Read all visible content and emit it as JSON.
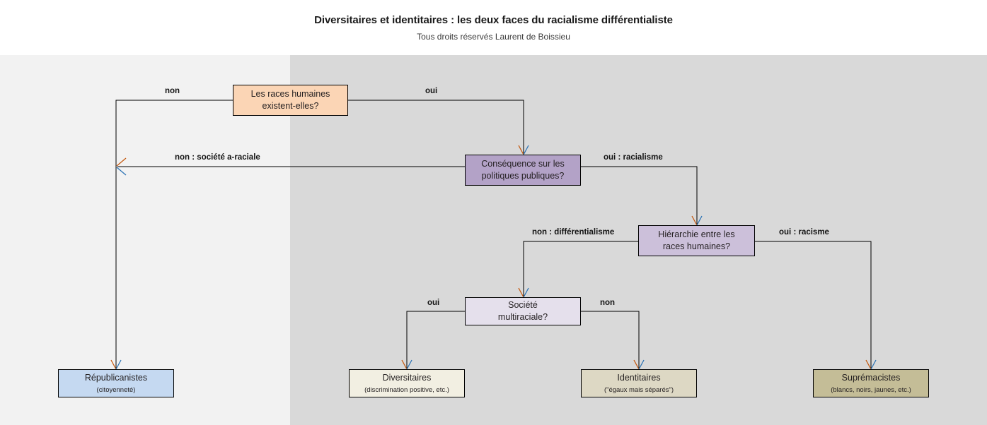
{
  "header": {
    "title": "Diversitaires et identitaires : les deux faces du racialisme différentialiste",
    "subtitle": "Tous droits réservés Laurent de Boissieu"
  },
  "colors": {
    "band_left": "#f2f2f2",
    "band_right": "#d9d9d9",
    "page_background": "#ffffff",
    "node_q1": "#fbd5b5",
    "node_q2": "#b3a2c7",
    "node_q3": "#ccc0da",
    "node_q4": "#e5e0ec",
    "term_republicanistes": "#c5d9f1",
    "term_diversitaires": "#f2efe2",
    "term_identitaires": "#ddd8c4",
    "term_supremacistes": "#c4bd97",
    "edge_stroke": "#000000",
    "arrow_left_stroke": "#c55a11",
    "arrow_right_stroke": "#2e74b5",
    "text": "#231f20"
  },
  "nodes": {
    "q1": {
      "line1": "Les races humaines",
      "line2": "existent-elles?"
    },
    "q2": {
      "line1": "Conséquence sur les",
      "line2": "politiques publiques?"
    },
    "q3": {
      "line1": "Hiérarchie entre les",
      "line2": "races humaines?"
    },
    "q4": {
      "line1": "Société",
      "line2": "multiraciale?"
    },
    "t1": {
      "line1": "Républicanistes",
      "line2": "(citoyenneté)"
    },
    "t2": {
      "line1": "Diversitaires",
      "line2": "(discrimination positive, etc.)"
    },
    "t3": {
      "line1": "Identitaires",
      "line2": "(\"égaux mais séparés\")"
    },
    "t4": {
      "line1": "Suprémacistes",
      "line2": "(blancs, noirs, jaunes, etc.)"
    }
  },
  "edge_labels": {
    "q1_non": "non",
    "q1_oui": "oui",
    "q2_non": "non : société a-raciale",
    "q2_oui": "oui : racialisme",
    "q3_non": "non : différentialisme",
    "q3_oui": "oui : racisme",
    "q4_oui": "oui",
    "q4_non": "non"
  }
}
